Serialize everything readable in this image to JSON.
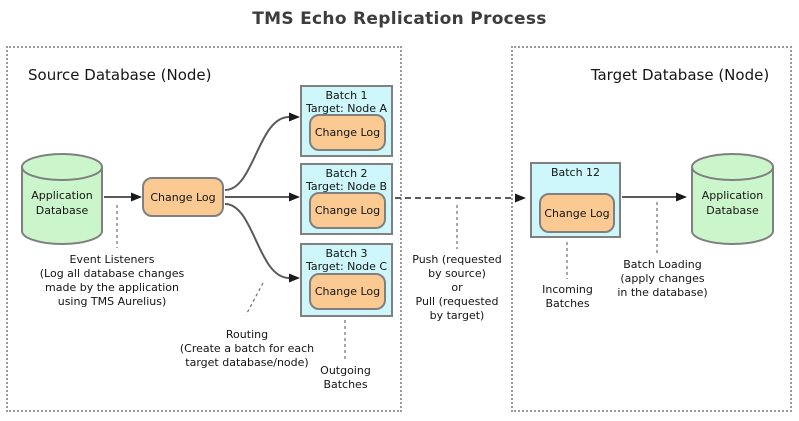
{
  "title": "TMS Echo Replication Process",
  "source": {
    "label": "Source Database (Node)",
    "database": {
      "line1": "Application",
      "line2": "Database"
    },
    "change_log": "Change Log",
    "batches": [
      {
        "title": "Batch 1",
        "target": "Target: Node A",
        "change_log": "Change Log"
      },
      {
        "title": "Batch 2",
        "target": "Target: Node B",
        "change_log": "Change Log"
      },
      {
        "title": "Batch 3",
        "target": "Target: Node C",
        "change_log": "Change Log"
      }
    ],
    "annotations": {
      "event_listeners": [
        "Event Listeners",
        "(Log all database changes",
        "made by the application",
        "using TMS Aurelius)"
      ],
      "routing": [
        "Routing",
        "(Create a batch for each",
        "target database/node)"
      ],
      "outgoing": [
        "Outgoing",
        "Batches"
      ]
    }
  },
  "middle": {
    "push_pull": [
      "Push (requested",
      "by source)",
      "or",
      "Pull (requested",
      "by target)"
    ]
  },
  "target": {
    "label": "Target Database (Node)",
    "batch": {
      "title": "Batch 12",
      "change_log": "Change Log"
    },
    "database": {
      "line1": "Application",
      "line2": "Database"
    },
    "annotations": {
      "incoming": [
        "Incoming",
        "Batches"
      ],
      "batch_loading": [
        "Batch Loading",
        "(apply changes",
        "in the database)"
      ]
    }
  },
  "colors": {
    "title_text": "#3d3d3d",
    "text": "#141414",
    "box_border": "#9a9a9a",
    "shape_border": "#808080",
    "database_fill": "#cbf6cb",
    "changelog_fill": "#fbca93",
    "batch_fill": "#cdf7fa",
    "arrow": "#5a5a5a",
    "leader": "#6e6e6e"
  }
}
